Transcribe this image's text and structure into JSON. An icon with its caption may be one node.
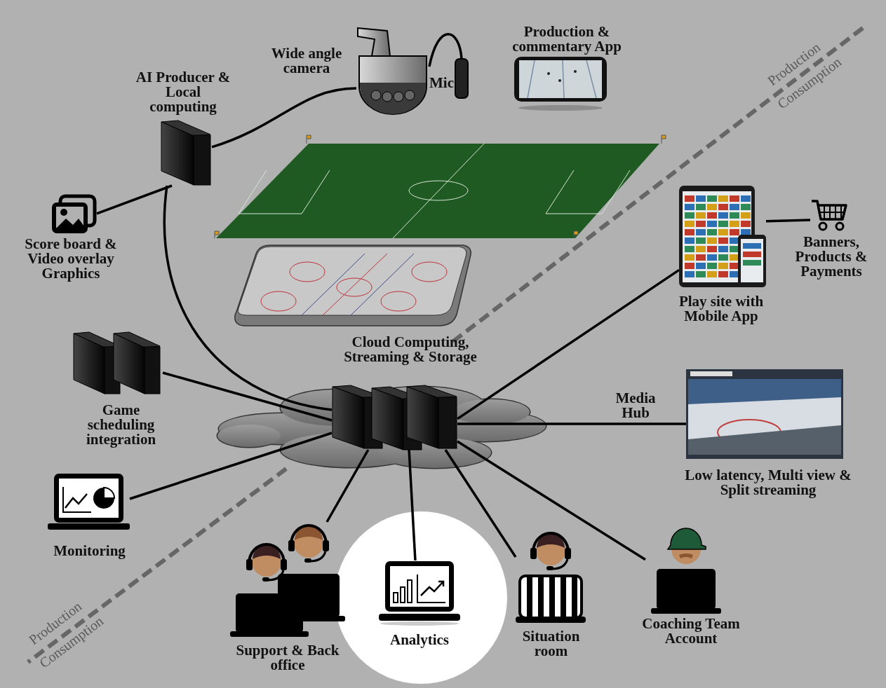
{
  "diagram": {
    "nodes": [
      {
        "text": [
          "Wide angle camera"
        ]
      },
      {
        "text": [
          "Mic"
        ]
      },
      {
        "text": [
          "AI Producer & Local computing"
        ]
      },
      {
        "text": [
          "Score board & Video overlay Graphics"
        ]
      },
      {
        "text": [
          "Production & commentary App"
        ]
      },
      {
        "text": [
          "Cloud Computing, Streaming & Storage"
        ]
      },
      {
        "text": [
          "Game scheduling integration"
        ]
      },
      {
        "text": [
          "Monitoring"
        ]
      },
      {
        "text": [
          "Support & Back office"
        ]
      },
      {
        "text": [
          "Analytics"
        ]
      },
      {
        "text": [
          "Situation room"
        ]
      },
      {
        "text": [
          "Coaching Team Account"
        ]
      },
      {
        "text": [
          "Low latency, Multi view & Split streaming"
        ]
      },
      {
        "text": [
          "Play site with Mobile App"
        ]
      },
      {
        "text": [
          "Banners, Products & Payments"
        ]
      }
    ],
    "edges": [
      {
        "from": 0,
        "to": 1,
        "arrow": "none"
      },
      {
        "from": 2,
        "to": 0,
        "arrow": "none"
      },
      {
        "from": 3,
        "to": 2,
        "arrow": "none"
      },
      {
        "from": 2,
        "to": 5,
        "arrow": "none"
      },
      {
        "from": 6,
        "to": 5,
        "arrow": "none"
      },
      {
        "from": 7,
        "to": 5,
        "arrow": "none"
      },
      {
        "from": 5,
        "to": 8,
        "arrow": "none"
      },
      {
        "from": 5,
        "to": 9,
        "arrow": "none"
      },
      {
        "from": 5,
        "to": 10,
        "arrow": "none"
      },
      {
        "from": 5,
        "to": 11,
        "arrow": "none"
      },
      {
        "from": 5,
        "to": 12,
        "label": "Media Hub",
        "arrow": "none"
      },
      {
        "from": 5,
        "to": 13,
        "arrow": "none"
      },
      {
        "from": 13,
        "to": 14,
        "arrow": "none"
      }
    ],
    "labels": [
      "Production",
      "Consumption",
      "Production",
      "Consumption"
    ]
  }
}
